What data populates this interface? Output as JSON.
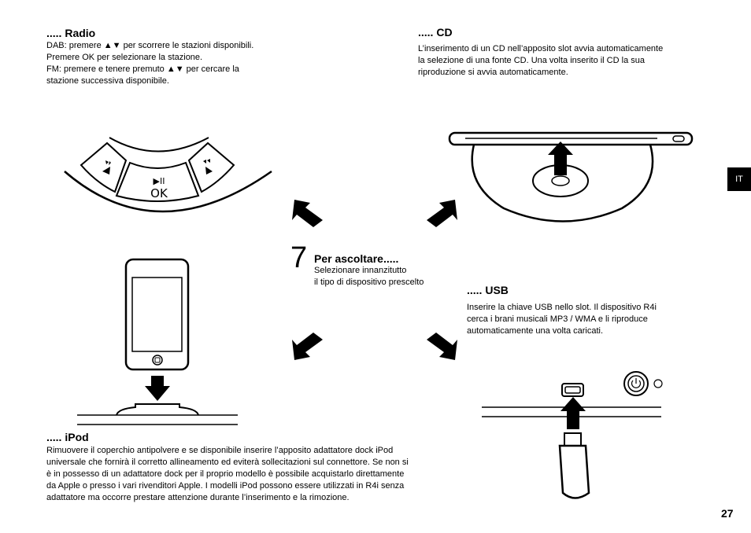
{
  "language_tab": "IT",
  "page_number": "27",
  "step": {
    "number": "7",
    "title": "Per ascoltare.....",
    "lines": [
      "Selezionare innanzitutto",
      "il tipo di dispositivo prescelto"
    ]
  },
  "radio": {
    "heading": "..... Radio",
    "lines": [
      "DAB: premere ▲▼ per scorrere le stazioni disponibili.",
      "Premere OK per selezionare la stazione.",
      "FM: premere e tenere premuto ▲▼ per cercare la",
      "stazione successiva disponibile."
    ],
    "ok_label": "OK",
    "play_pause_label": "▶II"
  },
  "cd": {
    "heading": "..... CD",
    "lines": [
      "L’inserimento di un CD nell’apposito slot avvia automaticamente",
      "la selezione di una fonte CD. Una volta inserito il CD la sua",
      "riproduzione si avvia automaticamente."
    ]
  },
  "usb": {
    "heading": "..... USB",
    "lines": [
      "Inserire la chiave USB nello slot. Il dispositivo R4i",
      "cerca i brani musicali MP3 / WMA e li riproduce",
      "automaticamente una volta caricati."
    ]
  },
  "ipod": {
    "heading": "..... iPod",
    "lines": [
      "Rimuovere il coperchio antipolvere e se disponibile inserire l’apposito adattatore dock iPod",
      "universale che fornirà il corretto allineamento ed eviterà sollecitazioni sul connettore.  Se non si",
      "è in possesso di un adattatore dock per il proprio modello è possibile acquistarlo direttamente",
      "da Apple o presso i vari rivenditori Apple. I modelli iPod possono essere utilizzati in R4i senza",
      "adattatore ma occorre prestare attenzione durante l’inserimento e la rimozione."
    ]
  }
}
